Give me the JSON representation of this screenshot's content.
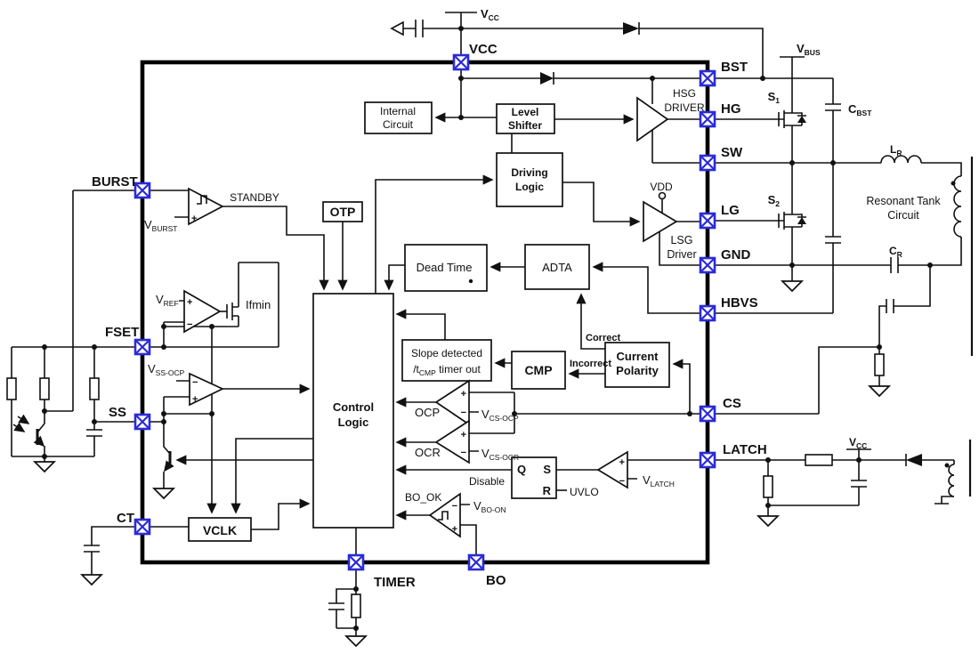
{
  "colors": {
    "pin_blue": "#2b2bd6",
    "line": "#111111",
    "background": "#ffffff"
  },
  "pins": {
    "vcc": "VCC",
    "bst": "BST",
    "hg": "HG",
    "sw": "SW",
    "lg": "LG",
    "gnd": "GND",
    "hbvs": "HBVS",
    "cs": "CS",
    "latch": "LATCH",
    "burst": "BURST",
    "fset": "FSET",
    "ss": "SS",
    "ct": "CT",
    "timer": "TIMER",
    "bo": "BO"
  },
  "blocks": {
    "internal_circuit": [
      "Internal",
      "Circuit"
    ],
    "level_shifter": [
      "Level",
      "Shifter"
    ],
    "driving_logic": [
      "Driving",
      "Logic"
    ],
    "hsg_driver": [
      "HSG",
      "DRIVER"
    ],
    "lsg_driver": [
      "LSG",
      "Driver"
    ],
    "control_logic": [
      "Control",
      "Logic"
    ],
    "current_polarity": [
      "Current",
      "Polarity"
    ],
    "otp": "OTP",
    "dead_time": "Dead Time",
    "adta": "ADTA",
    "cmp": "CMP",
    "vclk": "VCLK",
    "slope_line1": "Slope detected",
    "slope_line2_pre": "/t",
    "slope_line2_sub": "CMP",
    "slope_line2_post": " timer out"
  },
  "signals": {
    "standby": "STANDBY",
    "correct": "Correct",
    "incorrect": "Incorrect",
    "disable": "Disable",
    "uvlo": "UVLO",
    "bo_ok": "BO_OK",
    "ocp": "OCP",
    "ocr": "OCR",
    "vdd": "VDD",
    "q": "Q",
    "s": "S",
    "r": "R",
    "ifmin": "Ifmin"
  },
  "thresholds": {
    "v_burst": {
      "m": "V",
      "s": "BURST"
    },
    "v_ref": {
      "m": "V",
      "s": "REF"
    },
    "v_ss_ocp": {
      "m": "V",
      "s": "SS-OCP"
    },
    "v_cs_ocp": {
      "m": "V",
      "s": "CS-OCP"
    },
    "v_cs_ocr": {
      "m": "V",
      "s": "CS-OCR"
    },
    "v_latch": {
      "m": "V",
      "s": "LATCH"
    },
    "v_bo_on": {
      "m": "V",
      "s": "BO-ON"
    }
  },
  "power": {
    "vcc_top": {
      "m": "V",
      "s": "CC"
    },
    "vcc_right": {
      "m": "V",
      "s": "CC"
    },
    "v_bus": {
      "m": "V",
      "s": "BUS"
    }
  },
  "components": {
    "s1": {
      "m": "S",
      "s": "1"
    },
    "s2": {
      "m": "S",
      "s": "2"
    },
    "c_bst": {
      "m": "C",
      "s": "BST"
    },
    "l_r": {
      "m": "L",
      "s": "R"
    },
    "c_r": {
      "m": "C",
      "s": "R"
    },
    "resonant_tank": [
      "Resonant Tank",
      "Circuit"
    ]
  },
  "marks": {
    "plus": "+",
    "minus": "−"
  }
}
